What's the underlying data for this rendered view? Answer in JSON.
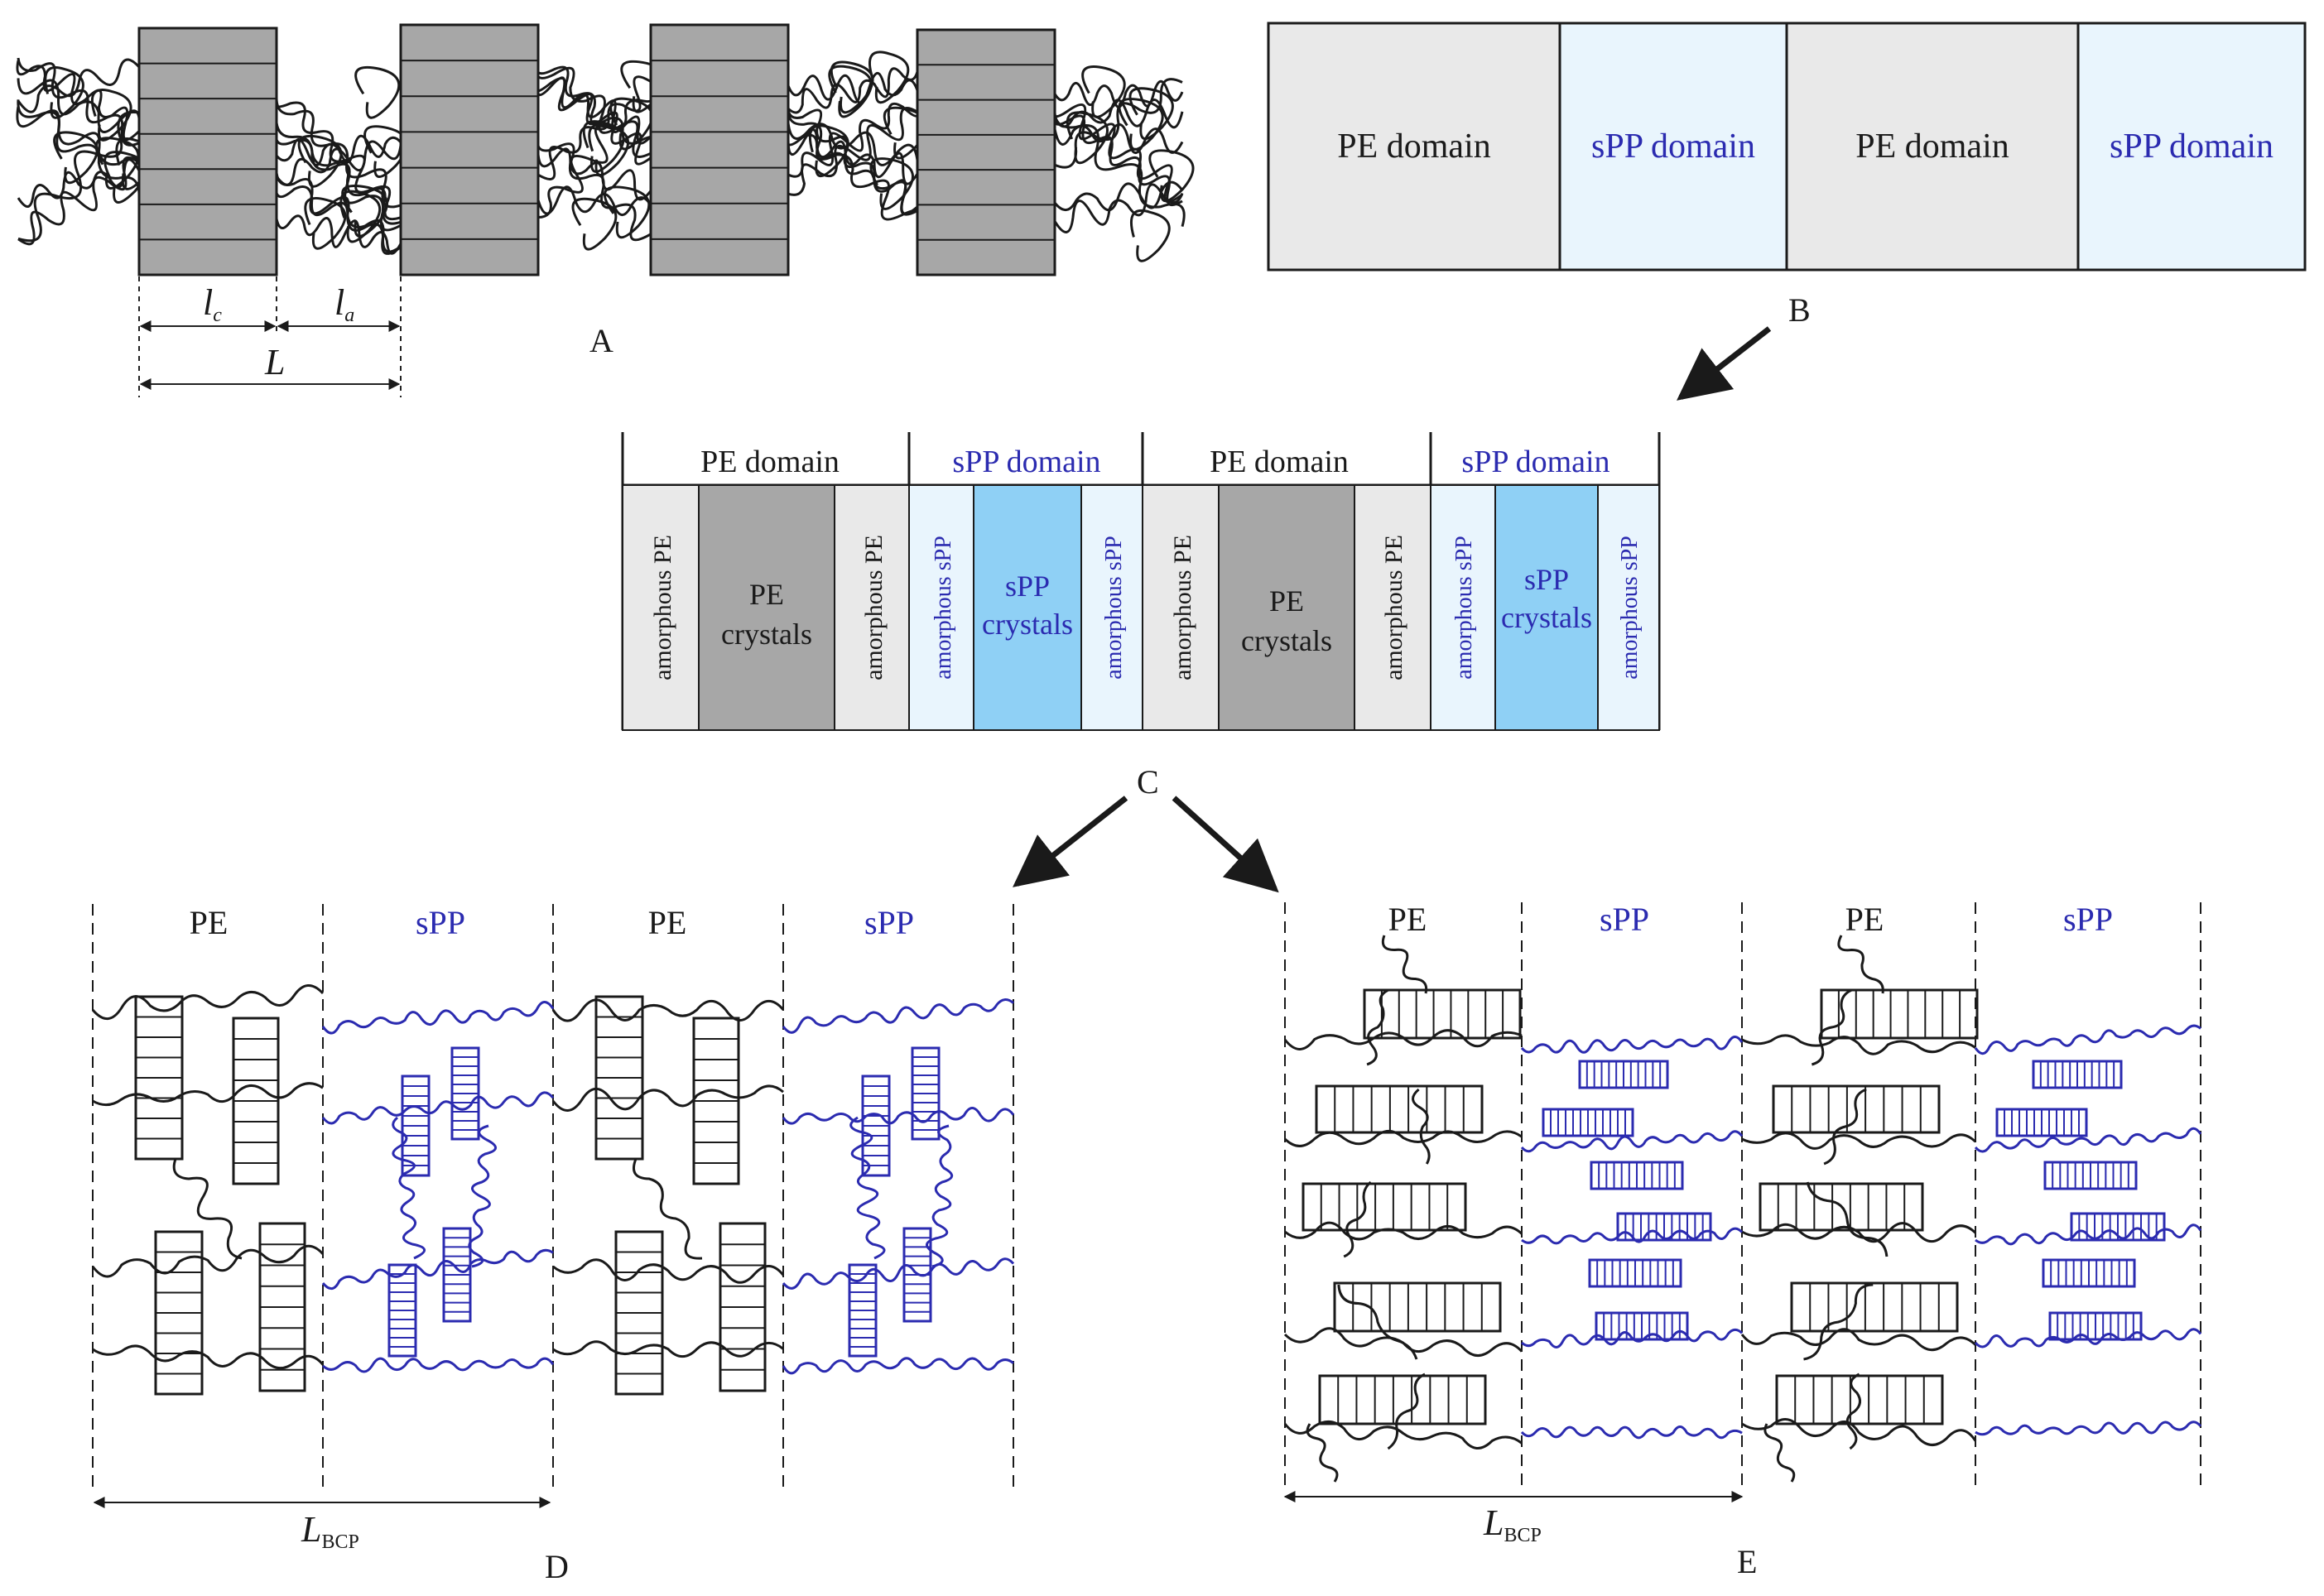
{
  "colors": {
    "pe_text": "#1a1a1a",
    "spp_text": "#2b2bb0",
    "pe_crystal_gray": "#a7a7a7",
    "pe_domain_fill": "#e9e9e9",
    "spp_domain_fill": "#e9f5fd",
    "spp_crystal_fill": "#8fd0f5",
    "spp_line": "#2b2bb0"
  },
  "panel_a": {
    "label": "A",
    "lc": "l",
    "lc_sub": "c",
    "la": "l",
    "la_sub": "a",
    "L": "L"
  },
  "panel_b": {
    "label": "B",
    "domains": [
      "PE domain",
      "sPP domain",
      "PE domain",
      "sPP domain"
    ]
  },
  "panel_c": {
    "label": "C",
    "headers": [
      "PE domain",
      "sPP domain",
      "PE domain",
      "sPP domain"
    ],
    "amorphous_pe": "amorphous PE",
    "amorphous_spp": "amorphous sPP",
    "pe_crystals_1": "PE",
    "pe_crystals_2": "crystals",
    "spp_crystals_1": "sPP",
    "spp_crystals_2": "crystals"
  },
  "panel_d": {
    "label": "D",
    "headers": [
      "PE",
      "sPP",
      "PE",
      "sPP"
    ],
    "period": "L",
    "period_sub": "BCP"
  },
  "panel_e": {
    "label": "E",
    "headers": [
      "PE",
      "sPP",
      "PE",
      "sPP"
    ],
    "period": "L",
    "period_sub": "BCP"
  }
}
